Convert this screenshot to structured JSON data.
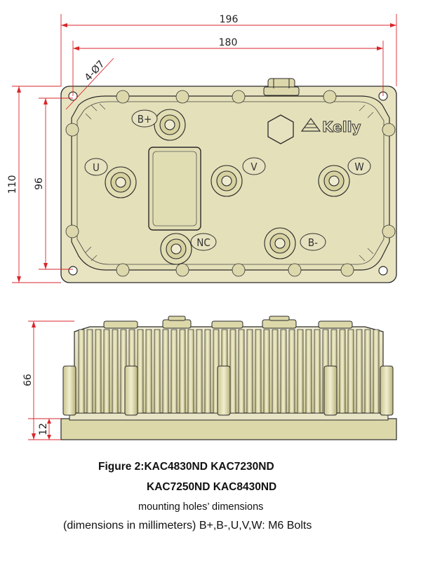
{
  "dimensions": {
    "overall_width": "196",
    "hole_spacing_width": "180",
    "holes": "4-Ø7",
    "overall_height": "110",
    "hole_spacing_height": "96",
    "total_height": "66",
    "base_height": "12"
  },
  "terminals": {
    "b_plus": "B+",
    "b_minus": "B-",
    "u": "U",
    "v": "V",
    "w": "W",
    "nc": "NC"
  },
  "logo_text": "Kelly",
  "caption": {
    "line1": "Figure 2:KAC4830ND KAC7230ND",
    "line2": "KAC7250ND KAC8430ND",
    "line3": "mounting holes’ dimensions",
    "line4": "(dimensions in millimeters) B+,B-,U,V,W: M6 Bolts"
  },
  "colors": {
    "body": "#e6e2bf",
    "outline": "#2a2a2a",
    "dimension": "#d9262b"
  }
}
